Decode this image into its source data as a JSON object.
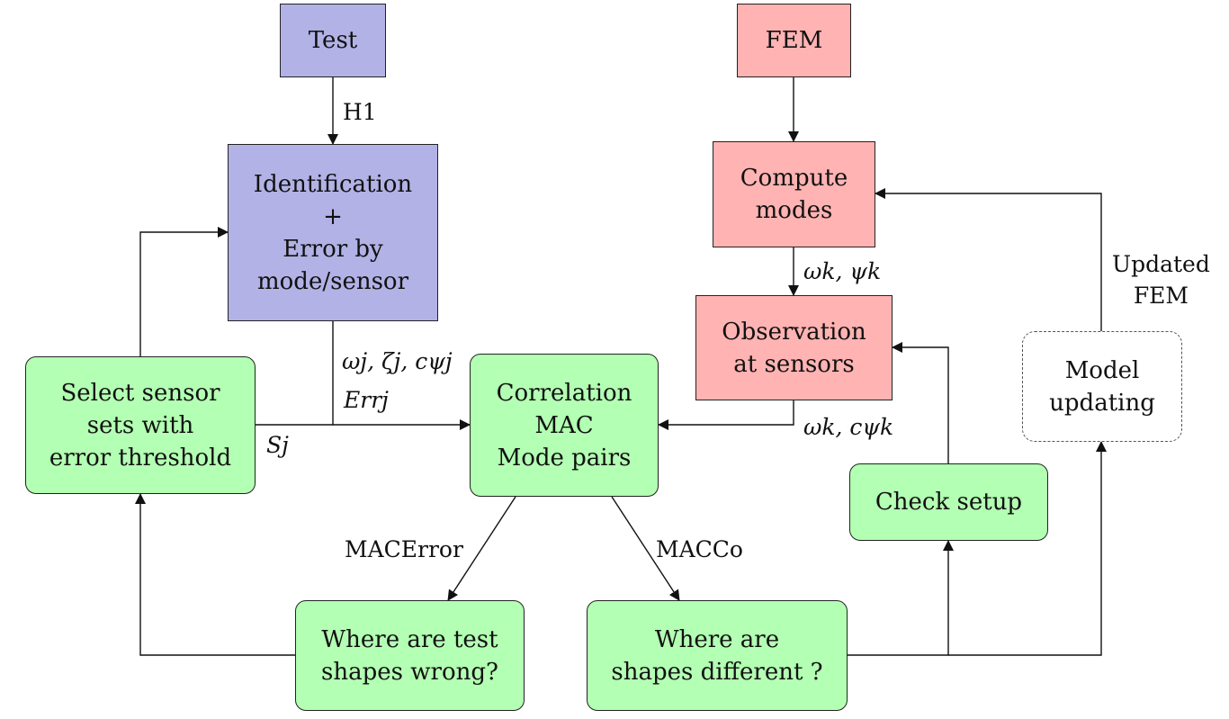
{
  "nodes": {
    "test": "Test",
    "fem": "FEM",
    "identification": [
      "Identification",
      "+",
      "Error by",
      "mode/sensor"
    ],
    "compute_modes": [
      "Compute",
      "modes"
    ],
    "observation": [
      "Observation",
      "at sensors"
    ],
    "model_updating": [
      "Model",
      "updating"
    ],
    "select_sensor": [
      "Select sensor",
      "sets with",
      "error threshold"
    ],
    "correlation": [
      "Correlation",
      "MAC",
      "Mode pairs"
    ],
    "check_setup": "Check setup",
    "test_shapes_wrong": [
      "Where are test",
      "shapes wrong?"
    ],
    "shapes_different": [
      "Where are",
      "shapes different ?"
    ]
  },
  "edge_labels": {
    "h1": "H1",
    "omega_psi_k": "ωk, ψk",
    "updated_fem": [
      "Updated",
      "FEM"
    ],
    "omega_zeta_cpsi_j": "ωj, ζj, cψj",
    "err_j": "Errj",
    "omega_cpsi_k": "ωk, cψk",
    "s_j": "Sj",
    "mac_error": "MACError",
    "mac_co": "MACCo"
  },
  "colors": {
    "test_branch": "#b2b2e6",
    "fem_branch": "#ffb3b3",
    "analysis": "#b3ffb3",
    "stroke": "#222222"
  }
}
